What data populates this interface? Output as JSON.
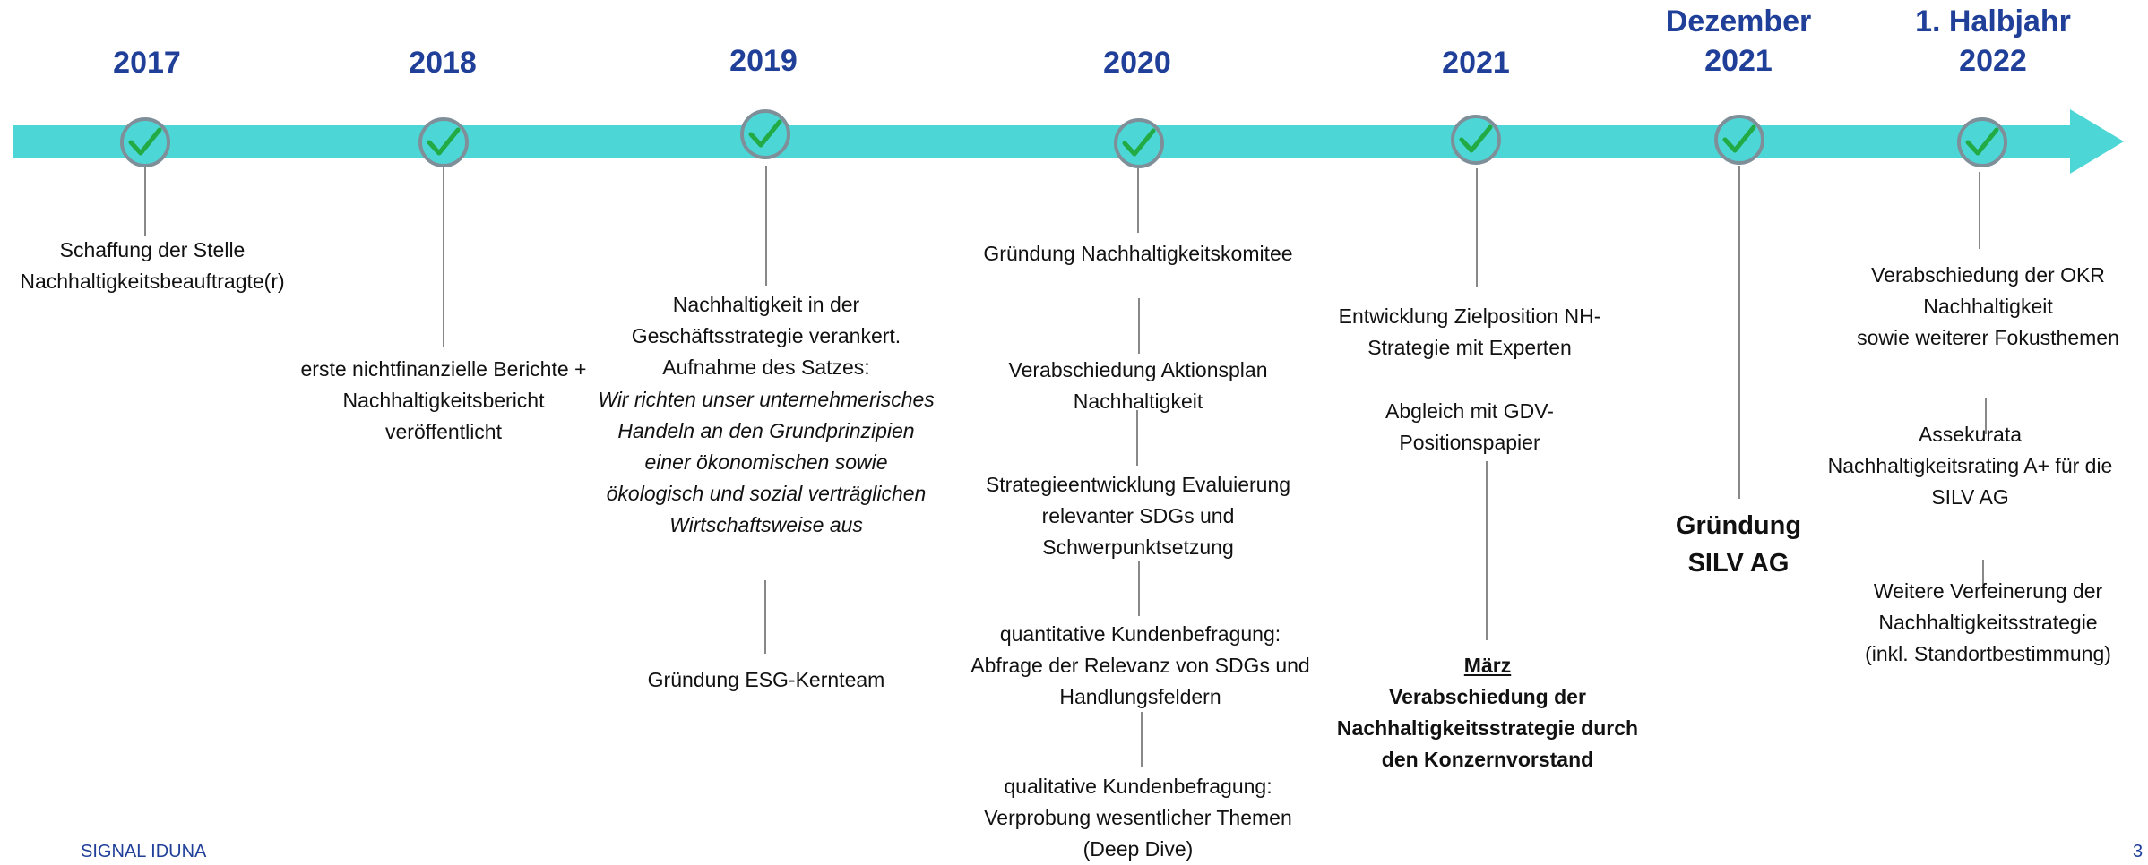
{
  "colors": {
    "timeline": "#4dd6d6",
    "year_text": "#1f3f99",
    "check": "#22aa44",
    "node_border": "#7f8f99"
  },
  "icons": {
    "milestone": "check-icon"
  },
  "timeline": {
    "years": [
      "2017",
      "2018",
      "2019",
      "2020",
      "2021",
      "Dezember\n2021",
      "1. Halbjahr\n2022"
    ],
    "items": [
      {
        "text": "Schaffung der Stelle\nNachhaltigkeitsbeauftragte(r)"
      },
      {
        "text": "erste nichtfinanzielle Berichte +\nNachhaltigkeitsbericht\nveröffentlicht"
      },
      {
        "text": "Nachhaltigkeit in der\nGeschäftsstrategie verankert.\nAufnahme des Satzes:"
      },
      {
        "text": "Wir richten unser unternehmerisches\nHandeln an den Grundprinzipien\neiner ökonomischen sowie\nökologisch und sozial verträglichen\nWirtschaftsweise aus"
      },
      {
        "text": "Gründung ESG-Kernteam"
      },
      {
        "text": "Gründung Nachhaltigkeitskomitee"
      },
      {
        "text": "Verabschiedung Aktionsplan\nNachhaltigkeit"
      },
      {
        "text": "Strategieentwicklung Evaluierung\nrelevanter SDGs und\nSchwerpunktsetzung"
      },
      {
        "text": "quantitative Kundenbefragung:\nAbfrage der Relevanz von SDGs und\nHandlungsfeldern"
      },
      {
        "text": "qualitative Kundenbefragung:\nVerprobung wesentlicher Themen\n(Deep Dive)"
      },
      {
        "text": "Entwicklung Zielposition NH-\nStrategie mit Experten"
      },
      {
        "text": "Abgleich mit GDV-\nPositionspapier"
      },
      {
        "text": "März"
      },
      {
        "text": "Verabschiedung der\nNachhaltigkeitsstrategie durch\nden Konzernvorstand"
      },
      {
        "text": "Gründung\nSILV AG"
      },
      {
        "text": "Verabschiedung der OKR\nNachhaltigkeit\nsowie weiterer Fokusthemen"
      },
      {
        "text": "Assekurata\nNachhaltigkeitsrating A+ für die\nSILV AG"
      },
      {
        "text": "Weitere Verfeinerung der\nNachhaltigkeitsstrategie\n(inkl. Standortbestimmung)"
      }
    ]
  },
  "footer": {
    "brand": "SIGNAL IDUNA",
    "page": "3"
  }
}
